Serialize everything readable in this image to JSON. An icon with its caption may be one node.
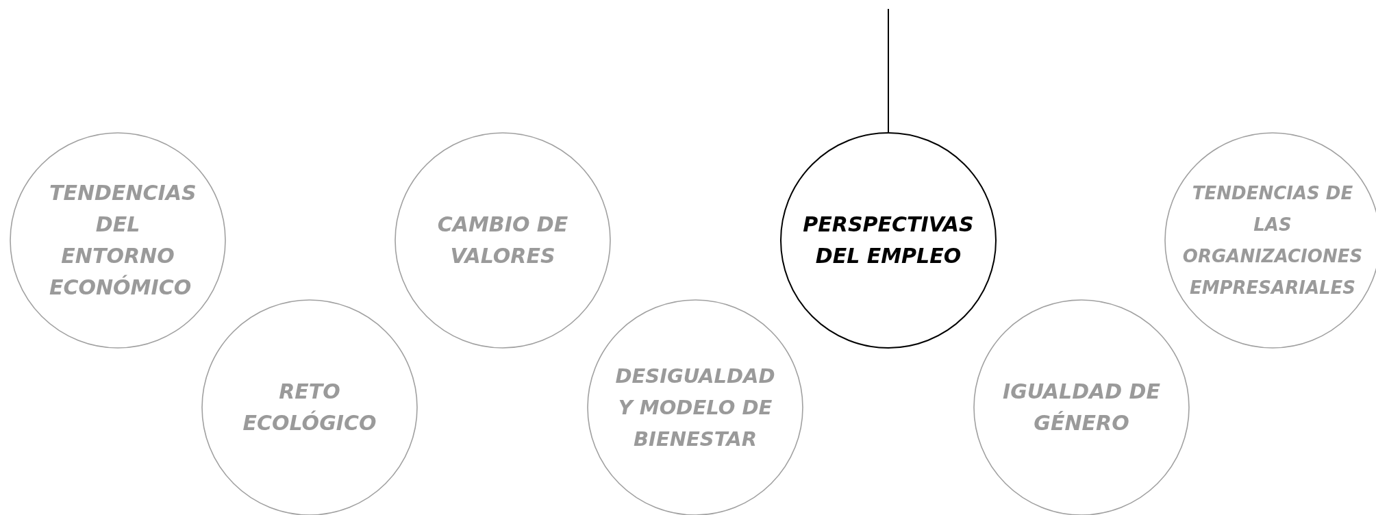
{
  "diagram": {
    "nodes": [
      {
        "text": [
          "TENDENCIAS DEL ENTORNO ECONÓMICO"
        ]
      },
      {
        "text": [
          "RETO ECOLÓGICO"
        ]
      },
      {
        "text": [
          "CAMBIO DE VALORES"
        ]
      },
      {
        "text": [
          "DESIGUALDAD Y MODELO DE BIENESTAR"
        ]
      },
      {
        "text": [
          "PERSPECTIVAS DEL EMPLEO"
        ]
      },
      {
        "text": [
          "IGUALDAD DE GÉNERO"
        ]
      },
      {
        "text": [
          "TENDENCIAS DE LAS ORGANIZACIONES EMPRESARIALES"
        ]
      }
    ],
    "edges": [
      {
        "from": null,
        "to": 4,
        "arrow": "none"
      }
    ]
  }
}
